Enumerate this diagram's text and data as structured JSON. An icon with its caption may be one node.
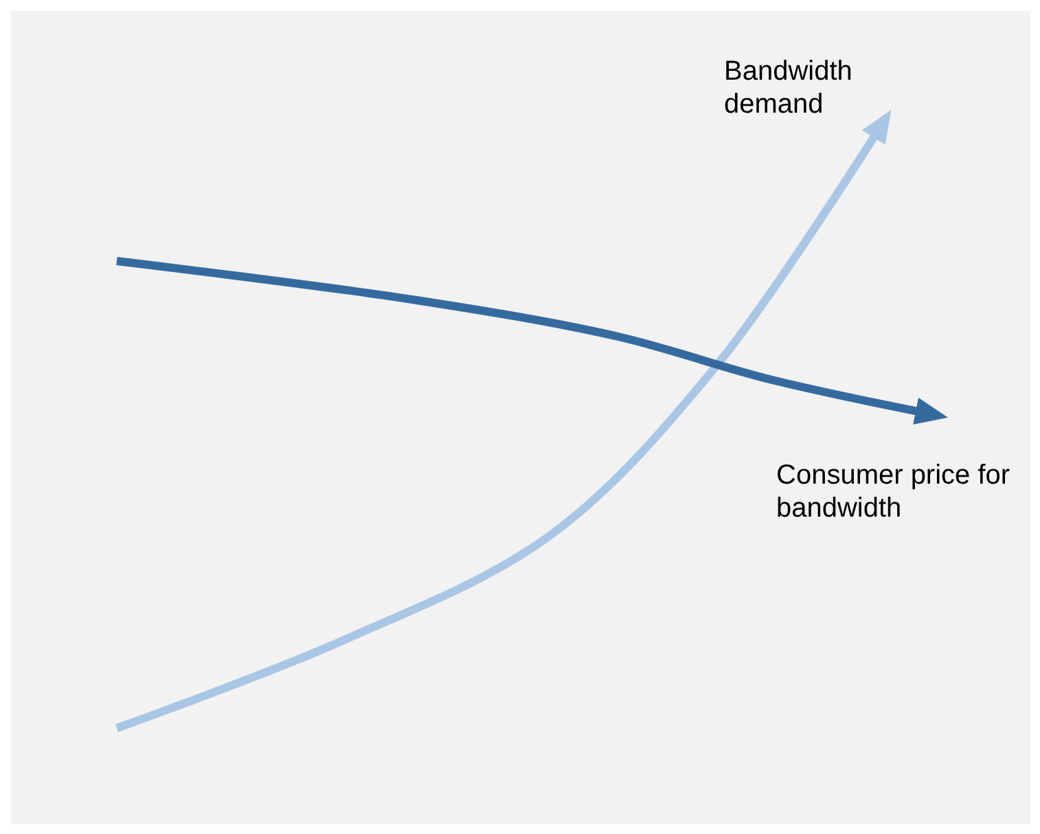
{
  "diagram": {
    "nodes": [
      {
        "text": [
          "Bandwidth demand"
        ]
      },
      {
        "text": [
          "Consumer price for bandwidth"
        ]
      }
    ],
    "edges": [
      {
        "from": null,
        "to": 0,
        "arrow": "to",
        "color": "#a9c6e4"
      },
      {
        "from": null,
        "to": 1,
        "arrow": "to",
        "color": "#356a9f"
      }
    ]
  }
}
